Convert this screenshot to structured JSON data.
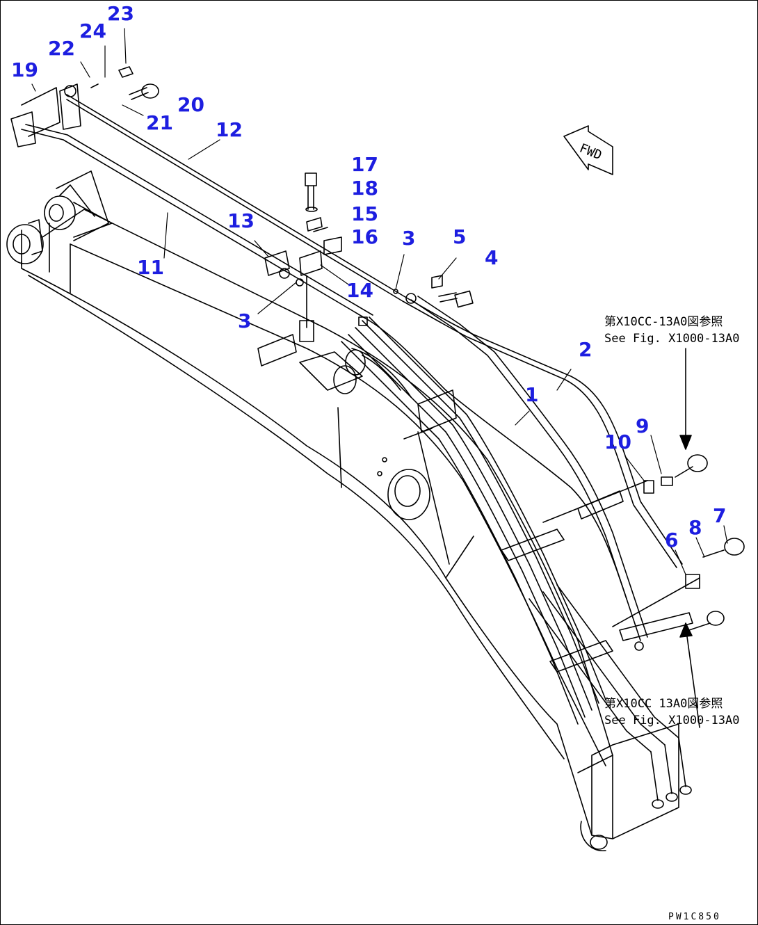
{
  "parts": {
    "p1": "1",
    "p2": "2",
    "p3a": "3",
    "p3b": "3",
    "p4": "4",
    "p5": "5",
    "p6": "6",
    "p7": "7",
    "p8": "8",
    "p9": "9",
    "p10": "10",
    "p11": "11",
    "p12": "12",
    "p13": "13",
    "p14": "14",
    "p15": "15",
    "p16": "16",
    "p17": "17",
    "p18": "18",
    "p19": "19",
    "p20": "20",
    "p21": "21",
    "p22": "22",
    "p23": "23",
    "p24": "24"
  },
  "references": {
    "top_jp": "第X10CC-13A0図参照",
    "top_en": "See Fig. X1000-13A0",
    "bottom_jp": "第X10CC 13A0図参照",
    "bottom_en": "See Fig. X1000-13A0"
  },
  "fwd_label": "FWD",
  "page_code": "PW1C850",
  "colors": {
    "label": "#1d1ee0",
    "line": "#000000"
  }
}
